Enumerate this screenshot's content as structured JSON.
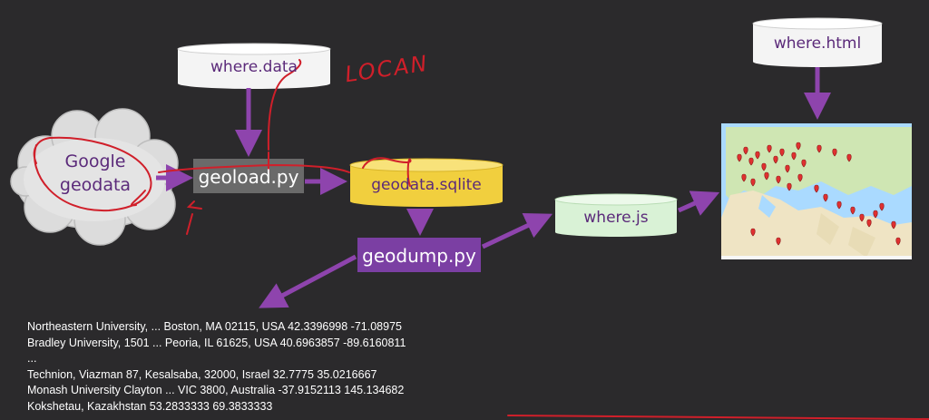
{
  "nodes": {
    "where_data": "where.data",
    "where_html": "where.html",
    "google_geodata_line1": "Google",
    "google_geodata_line2": "geodata",
    "geoload": "geoload.py",
    "geodata_sqlite": "geodata.sqlite",
    "where_js": "where.js",
    "geodump": "geodump.py"
  },
  "annotation": "LOCAN",
  "output_lines": [
    "Northeastern University, ... Boston, MA 02115, USA 42.3396998 -71.08975",
    "Bradley University, 1501 ... Peoria, IL 61625, USA 40.6963857 -89.6160811",
    "...",
    "Technion, Viazman 87, Kesalsaba, 32000, Israel 32.7775 35.0216667",
    "Monash University Clayton ... VIC 3800, Australia -37.9152113 145.134682",
    "Kokshetau, Kazakhstan 53.2833333 69.3833333"
  ],
  "colors": {
    "background": "#2b2a2c",
    "arrow": "#8e44ad",
    "annotation": "#d01f2a",
    "sqlite_fill": "#f5d54a",
    "wherejs_fill": "#d9f2d6",
    "script_box": "#6a6a6a",
    "geodump_box": "#7b3fa3"
  },
  "icons": [
    "map-marker-icon"
  ]
}
